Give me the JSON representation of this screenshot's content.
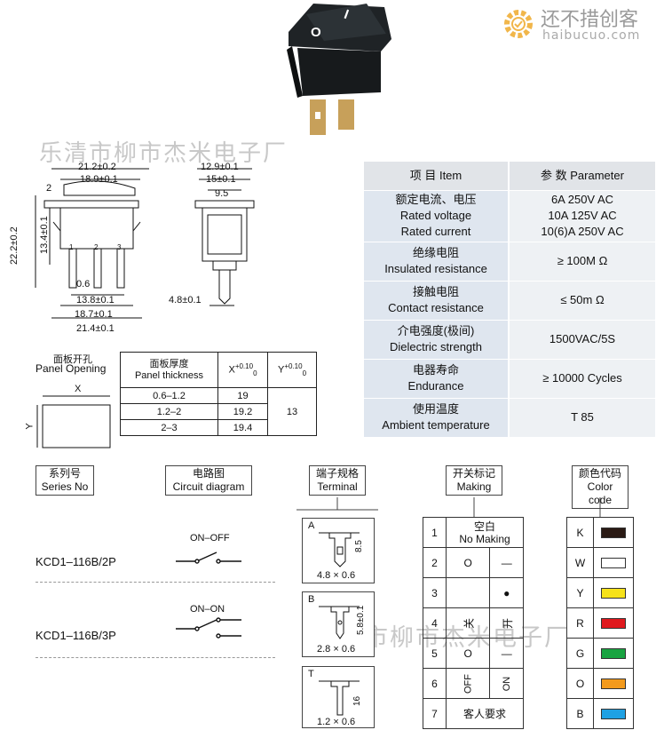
{
  "watermark": {
    "top": "乐清市柳市杰米电子厂",
    "bottom": "乐清市柳市杰米电子厂"
  },
  "logo": {
    "brand": "还不措创客",
    "url": "haibucuo.com"
  },
  "switch_marks": {
    "on": "I",
    "off": "O"
  },
  "front_dims": {
    "w_top": "21.2±0.2",
    "w_mid": "18.9±0.1",
    "h_total": "22.2±0.2",
    "h_body": "13.4±0.1",
    "lip": "2",
    "pin_gap": "0.6",
    "pin_span1": "13.8±0.1",
    "pin_span2": "18.7±0.1",
    "w_bottom": "21.4±0.1",
    "pin_labels": [
      "1",
      "2",
      "3"
    ]
  },
  "side_dims": {
    "d1": "12.9±0.1",
    "d2": "15±0.1",
    "d3": "9.5",
    "d4": "4.8±0.1"
  },
  "parameters": {
    "header": {
      "item": "项 目  Item",
      "param": "参 数  Parameter"
    },
    "rows": [
      {
        "item": [
          "额定电流、电压",
          "Rated voltage",
          "Rated current"
        ],
        "value": [
          "6A  250V AC",
          "10A  125V AC",
          "10(6)A  250V AC"
        ]
      },
      {
        "item": [
          "绝缘电阻",
          "Insulated resistance"
        ],
        "value": [
          "≥ 100M Ω"
        ]
      },
      {
        "item": [
          "接触电阻",
          "Contact resistance"
        ],
        "value": [
          "≤ 50m Ω"
        ]
      },
      {
        "item": [
          "介电强度(极间)",
          "Dielectric strength"
        ],
        "value": [
          "1500VAC/5S"
        ]
      },
      {
        "item": [
          "电器寿命",
          "Endurance"
        ],
        "value": [
          "≥ 10000 Cycles"
        ]
      },
      {
        "item": [
          "使用温度",
          "Ambient temperature"
        ],
        "value": [
          "T 85"
        ]
      }
    ]
  },
  "panel": {
    "title_cn": "面板开孔",
    "title_en": "Panel Opening",
    "x": "X",
    "y": "Y",
    "thick_cn": "面板厚度",
    "thick_en": "Panel thickness",
    "x_head": "X",
    "y_head": "Y",
    "tol_up": "+0.10",
    "tol_dn": "0",
    "rows": [
      {
        "t": "0.6–1.2",
        "x": "19"
      },
      {
        "t": "1.2–2",
        "x": "19.2"
      },
      {
        "t": "2–3",
        "x": "19.4"
      }
    ],
    "y_val": "13"
  },
  "headers": {
    "series": [
      "系列号",
      "Series No"
    ],
    "circuit": [
      "电路图",
      "Circuit diagram"
    ],
    "terminal": [
      "端子规格",
      "Terminal"
    ],
    "marking": [
      "开关标记",
      "Making"
    ],
    "color": [
      "颜色代码",
      "Color code"
    ]
  },
  "series": [
    {
      "no": "KCD1–116B/2P",
      "circuit": "ON–OFF"
    },
    {
      "no": "KCD1–116B/3P",
      "circuit": "ON–ON"
    }
  ],
  "terminals": [
    {
      "letter": "A",
      "dim_h": "8.5",
      "size": "4.8 × 0.6"
    },
    {
      "letter": "B",
      "dim_h": "5.8±0.1",
      "size": "2.8 × 0.6"
    },
    {
      "letter": "T",
      "dim_h": "16",
      "size": "1.2 × 0.6"
    }
  ],
  "marking": [
    {
      "n": "1",
      "text": "空白",
      "text2": "No Making"
    },
    {
      "n": "2",
      "a": "O",
      "b": "—"
    },
    {
      "n": "3",
      "a": "",
      "b": "●"
    },
    {
      "n": "4",
      "a": "关",
      "b": "开"
    },
    {
      "n": "5",
      "a": "O",
      "b": "—"
    },
    {
      "n": "6",
      "a": "OFF",
      "b": "ON"
    },
    {
      "n": "7",
      "text": "客人要求"
    }
  ],
  "colors": [
    {
      "code": "K",
      "hex": "#2a1a14"
    },
    {
      "code": "W",
      "hex": "#ffffff"
    },
    {
      "code": "Y",
      "hex": "#f6e21a"
    },
    {
      "code": "R",
      "hex": "#e0191e"
    },
    {
      "code": "G",
      "hex": "#19a441"
    },
    {
      "code": "O",
      "hex": "#f39a1c"
    },
    {
      "code": "B",
      "hex": "#1fa1e3"
    }
  ]
}
